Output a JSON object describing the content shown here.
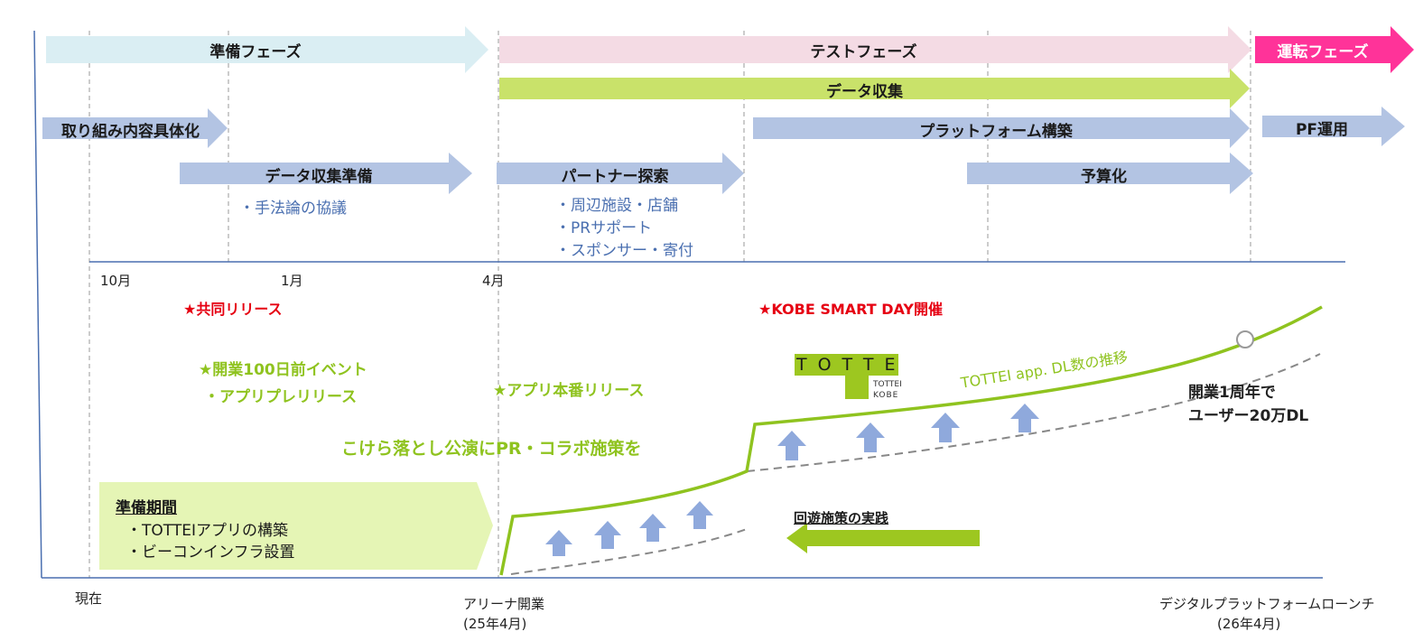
{
  "phases": {
    "prep": "準備フェーズ",
    "test": "テストフェーズ",
    "operation": "運転フェーズ"
  },
  "tasks": {
    "data_collection": "データ収集",
    "concretize": "取り組み内容具体化",
    "platform_build": "プラットフォーム構築",
    "pf_operation": "PF運用",
    "data_prep": "データ収集準備",
    "partner_search": "パートナー探索",
    "budget": "予算化"
  },
  "notes": {
    "data_prep_1": "・手法論の協議",
    "partner_1": "・周辺施設・店舗",
    "partner_2": "・PRサポート",
    "partner_3": "・スポンサー・寄付"
  },
  "months": {
    "oct": "10月",
    "jan": "1月",
    "apr": "4月"
  },
  "events": {
    "joint_release": "★共同リリース",
    "kobe_smart_day": "★KOBE SMART DAY開催",
    "event_100_days": "★開業100日前イベント",
    "app_pre_release": "・アプリプレリリース",
    "app_release": "★アプリ本番リリース",
    "pr_collab": "こけら落とし公演にPR・コラボ施策を"
  },
  "logo": {
    "brand_letters": "TOTTEI",
    "sub1": "TOTTEI",
    "sub2": "KOBE"
  },
  "growth_label": "TOTTEI app. DL数の推移",
  "goal": {
    "line1": "開業1周年で",
    "line2": "ユーザー20万DL"
  },
  "prep_box": {
    "title": "準備期間",
    "item1": "・TOTTEIアプリの構築",
    "item2": "・ビーコンインフラ設置"
  },
  "circulation": "回遊施策の実践",
  "milestones": {
    "now": "現在",
    "arena_open_1": "アリーナ開業",
    "arena_open_2": "(25年4月)",
    "launch_1": "デジタルプラットフォームローンチ",
    "launch_2": "(26年4月)"
  },
  "colors": {
    "light_cyan": "#daeef3",
    "pink": "#f4dbe4",
    "magenta": "#ff3399",
    "lime": "#c9e26a",
    "blue_arrow": "#b3c4e3",
    "green_line": "#8fc31f",
    "red": "#e60012",
    "up_arrow": "#8fa9dc",
    "prep_box": "#e5f5b5"
  }
}
